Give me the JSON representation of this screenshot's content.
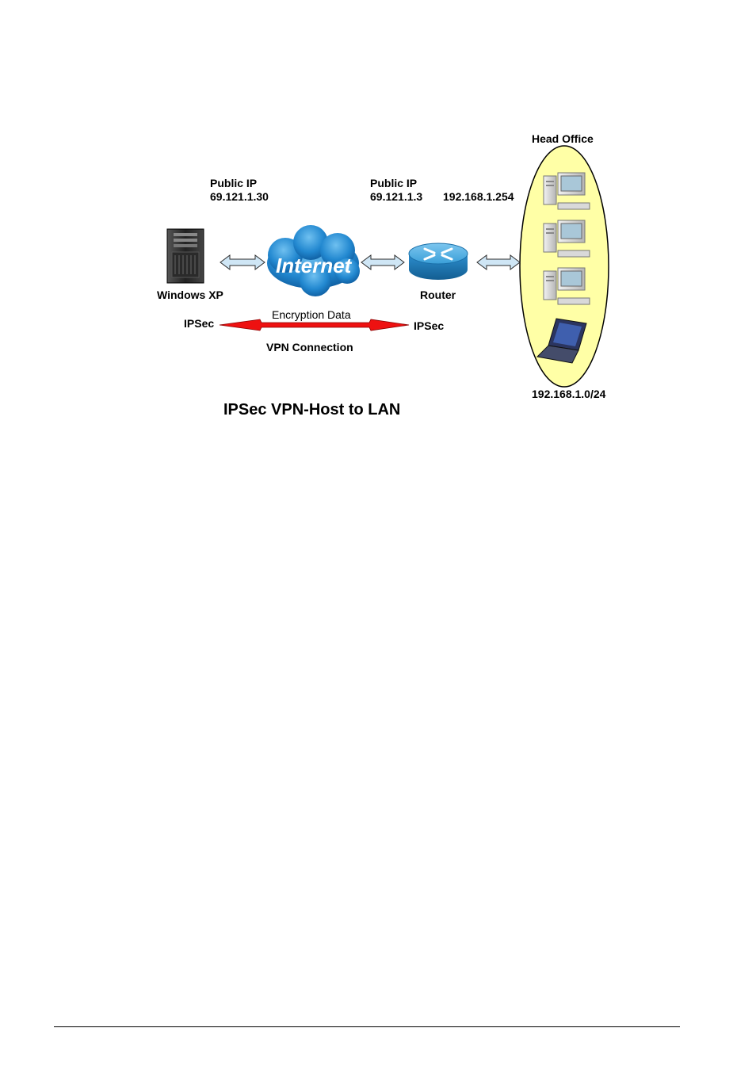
{
  "diagram": {
    "title": "IPSec VPN-Host to LAN",
    "head_office_label": "Head Office",
    "lan_subnet": "192.168.1.0/24",
    "client": {
      "public_ip_label": "Public IP",
      "public_ip": "69.121.1.30",
      "name": "Windows XP"
    },
    "internet_label": "Internet",
    "router": {
      "public_ip_label": "Public IP",
      "public_ip": "69.121.1.3",
      "lan_ip": "192.168.1.254",
      "name": "Router"
    },
    "tunnel": {
      "left_endpoint": "IPSec",
      "right_endpoint": "IPSec",
      "top_label": "Encryption Data",
      "bottom_label": "VPN Connection"
    },
    "colors": {
      "lan_fill": "#ffffa6",
      "tunnel_arrow": "#ee1111",
      "link_arrow": "#cfe6f5",
      "cloud": "#1f7fc7",
      "router": "#2a93cf"
    }
  }
}
